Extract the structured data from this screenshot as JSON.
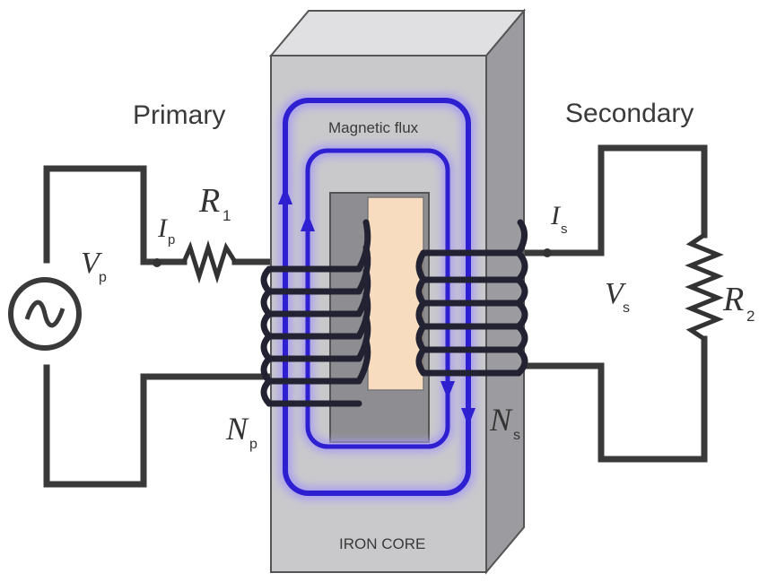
{
  "labels": {
    "primary": "Primary",
    "secondary": "Secondary",
    "magnetic_flux": "Magnetic flux",
    "iron_core": "IRON CORE"
  },
  "symbols": {
    "vp": {
      "main": "V",
      "sub": "p"
    },
    "ip": {
      "main": "I",
      "sub": "p"
    },
    "r1": {
      "main": "R",
      "sub": "1"
    },
    "np": {
      "main": "N",
      "sub": "p"
    },
    "is": {
      "main": "I",
      "sub": "s"
    },
    "vs": {
      "main": "V",
      "sub": "s"
    },
    "r2": {
      "main": "R",
      "sub": "2"
    },
    "ns": {
      "main": "N",
      "sub": "s"
    }
  },
  "colors": {
    "wire": "#3a3a3a",
    "core_face": "#c9c9cc",
    "core_side": "#9c9ca0",
    "window_inner": "#8e8e92",
    "center_leg": "#f8dcc0",
    "flux": "#2e1fd0",
    "flux_glow": "#a89cf2",
    "coil": "#222233"
  },
  "icons": {
    "source": "ac-source-icon",
    "primary_resistor": "resistor-icon",
    "load_resistor": "resistor-icon"
  }
}
